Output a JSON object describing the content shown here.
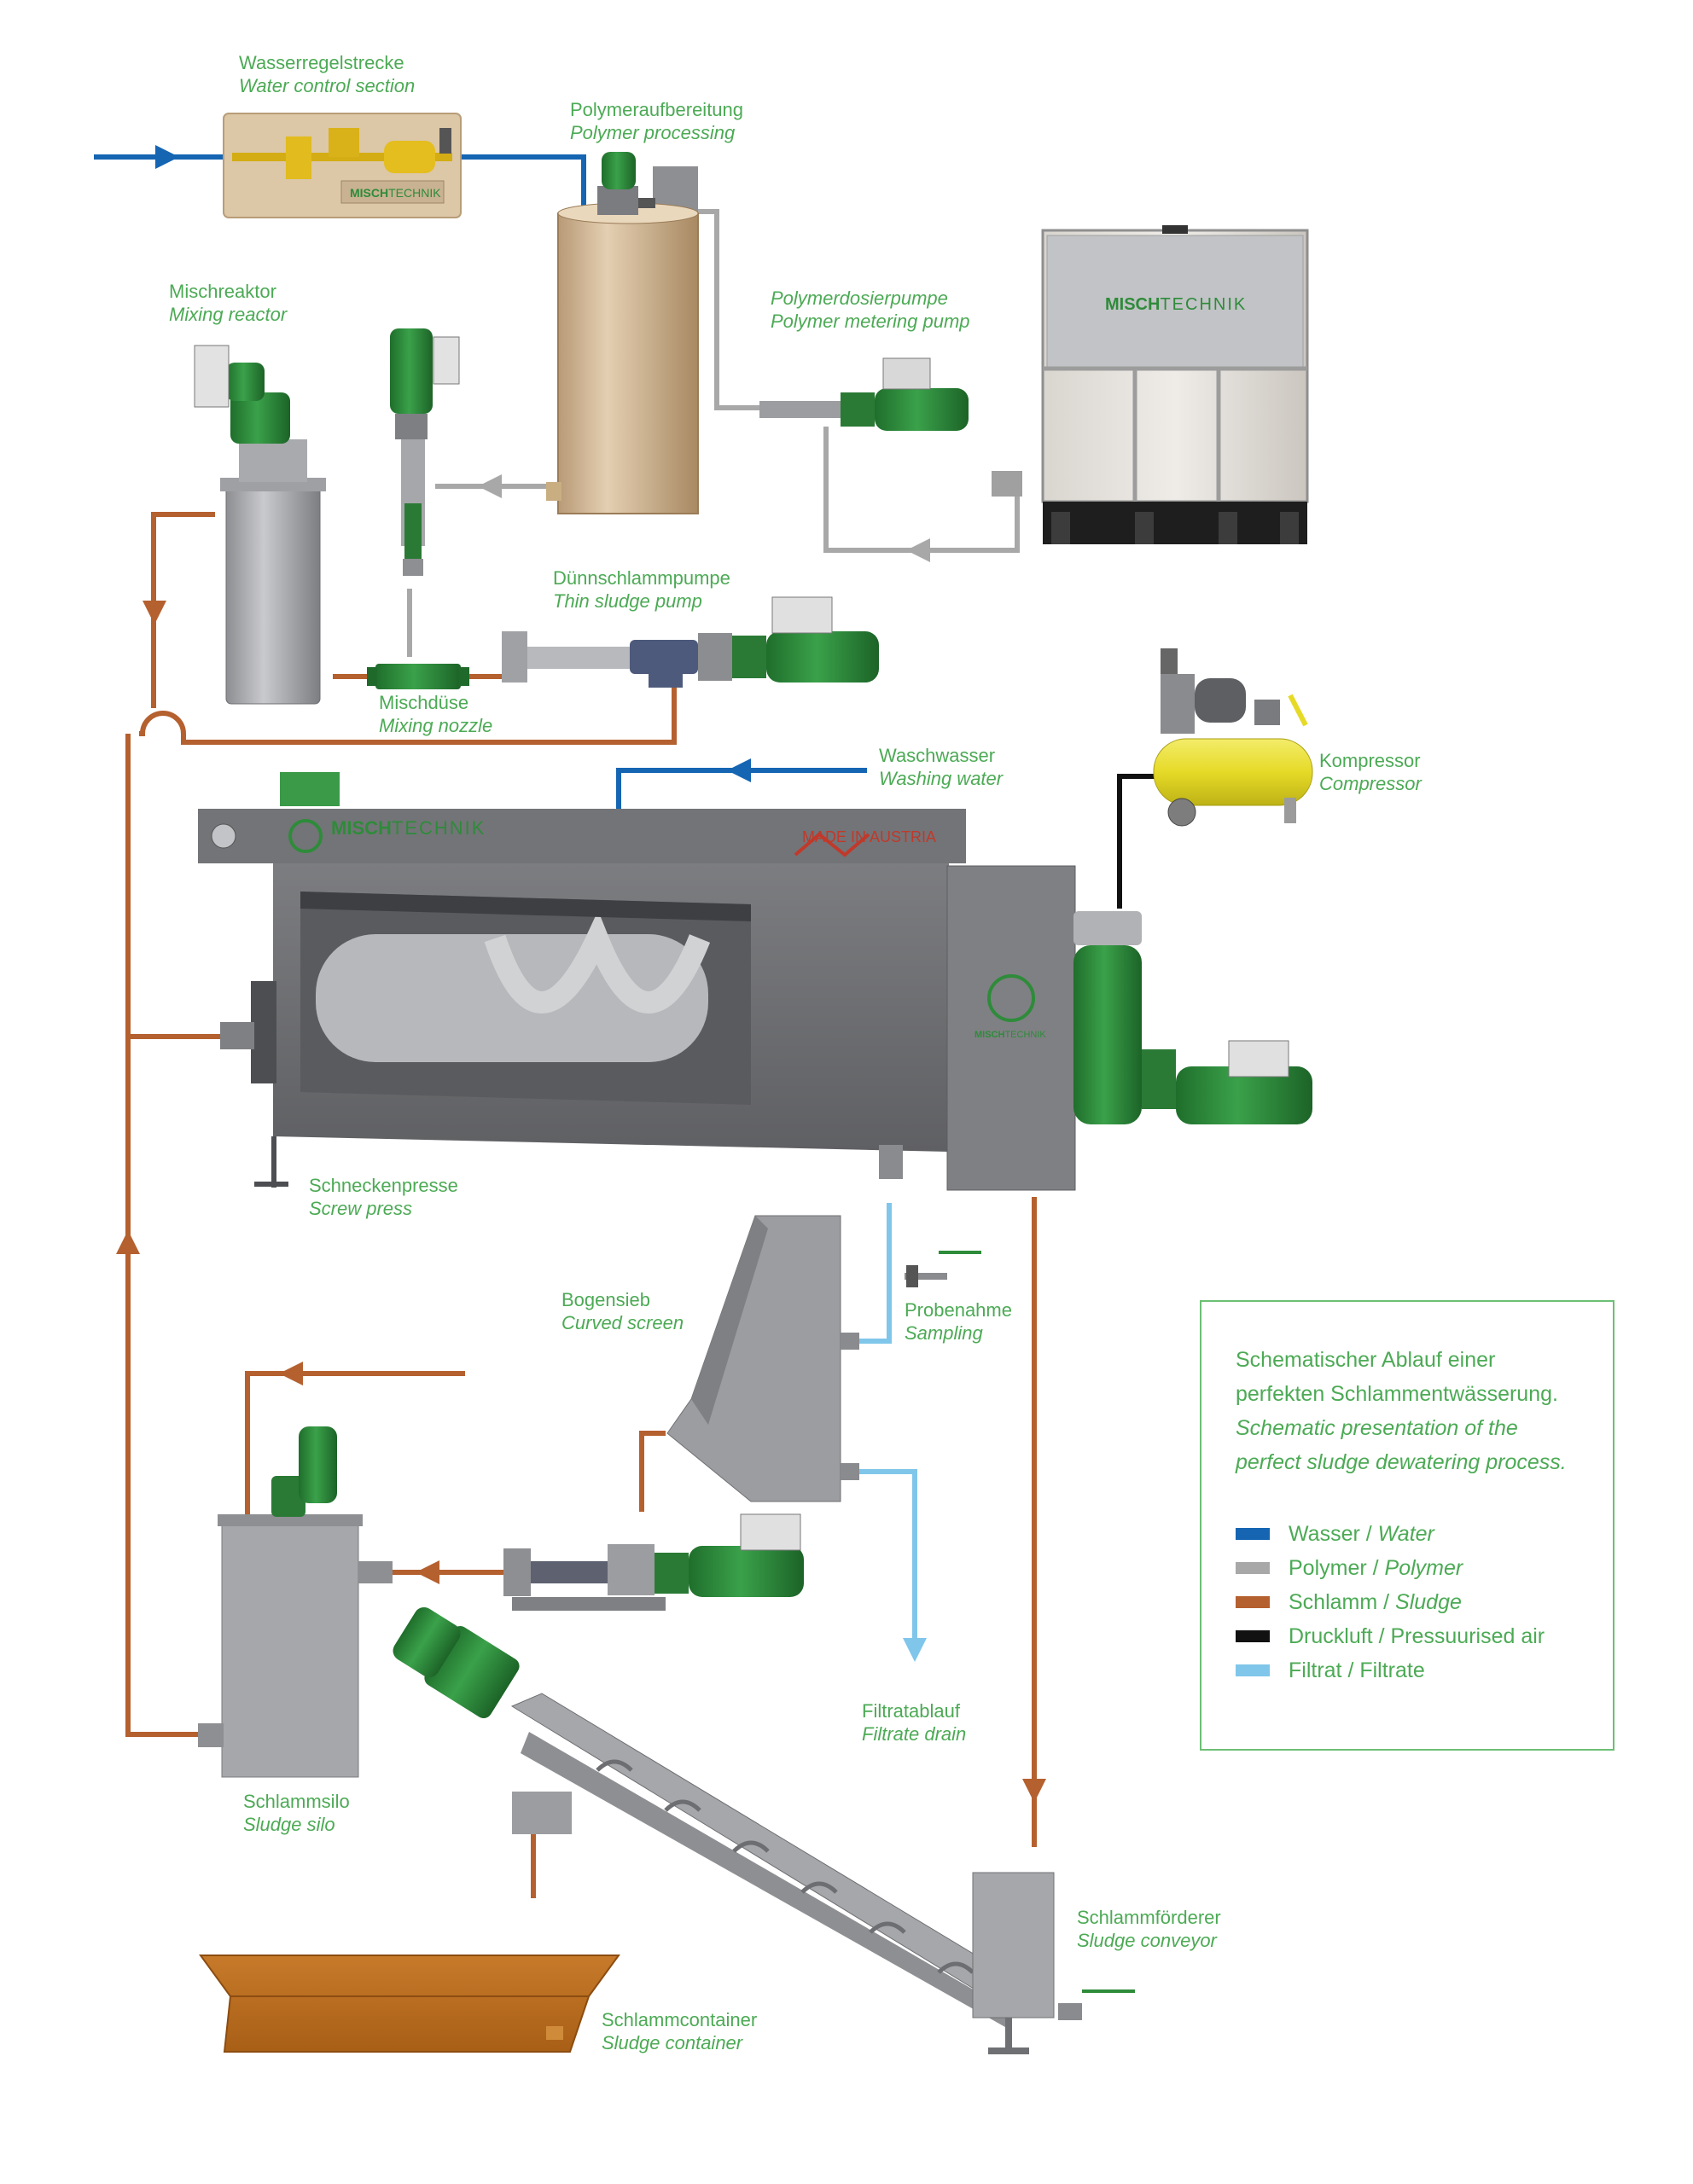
{
  "labels": {
    "water_control": {
      "de": "Wasserregelstrecke",
      "en": "Water control section"
    },
    "polymer_processing": {
      "de": "Polymeraufbereitung",
      "en": "Polymer processing"
    },
    "mixing_reactor": {
      "de": "Mischreaktor",
      "en": "Mixing reactor"
    },
    "polymer_metering_pump": {
      "de": "Polymerdosierpumpe",
      "en": "Polymer metering pump"
    },
    "thin_sludge_pump": {
      "de": "Dünnschlammpumpe",
      "en": "Thin sludge pump"
    },
    "mixing_nozzle": {
      "de": "Mischdüse",
      "en": "Mixing nozzle"
    },
    "washing_water": {
      "de": "Waschwasser",
      "en": "Washing water"
    },
    "compressor": {
      "de": "Kompressor",
      "en": "Compressor"
    },
    "screw_press": {
      "de": "Schneckenpresse",
      "en": "Screw press"
    },
    "curved_screen": {
      "de": "Bogensieb",
      "en": "Curved screen"
    },
    "sampling": {
      "de": "Probenahme",
      "en": "Sampling"
    },
    "filtrate_drain": {
      "de": "Filtratablauf",
      "en": "Filtrate drain"
    },
    "sludge_silo": {
      "de": "Schlammsilo",
      "en": "Sludge silo"
    },
    "sludge_conveyor": {
      "de": "Schlammförderer",
      "en": "Sludge conveyor"
    },
    "sludge_container": {
      "de": "Schlammcontainer",
      "en": "Sludge container"
    }
  },
  "branding": {
    "logo_misch": "MISCH",
    "logo_technik": "TECHNIK",
    "made_in": "MADE IN AUSTRIA"
  },
  "legend": {
    "heading_de_1": "Schematischer Ablauf einer",
    "heading_de_2": "perfekten Schlammentwässerung.",
    "heading_en_1": "Schematic presentation of the",
    "heading_en_2": "perfect sludge dewatering process.",
    "items": [
      {
        "de": "Wasser",
        "en": "Water",
        "color": "#1565b3"
      },
      {
        "de": "Polymer",
        "en": "Polymer",
        "color": "#a8a8a8"
      },
      {
        "de": "Schlamm",
        "en": "Sludge",
        "color": "#b5602f"
      },
      {
        "de": "Druckluft",
        "en": "Pressuurised air",
        "color": "#111111"
      },
      {
        "de": "Filtrat",
        "en": "Filtrate",
        "color": "#7fc6ea"
      }
    ]
  },
  "colors": {
    "water": "#1565b3",
    "polymer": "#a8a8a8",
    "sludge": "#b5602f",
    "air": "#111111",
    "filtrate": "#7fc6ea",
    "machine_green": "#2e8b3a",
    "steel_grey": "#8e8f92",
    "label_green": "#4caa55"
  }
}
